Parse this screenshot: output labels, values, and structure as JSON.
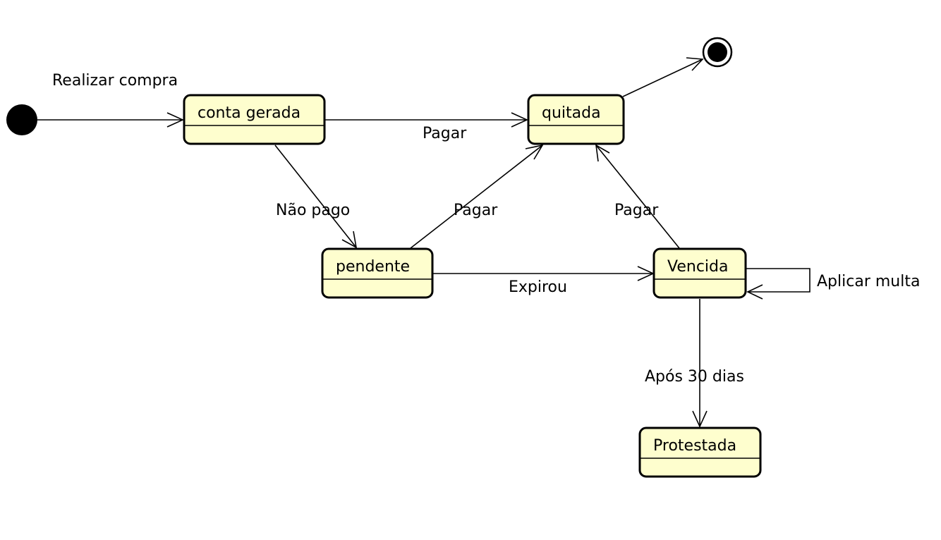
{
  "diagram": {
    "type": "uml-state-machine",
    "colors": {
      "state_fill": "#fefece",
      "stroke": "#000000",
      "background": "#ffffff"
    },
    "states": {
      "conta_gerada": "conta gerada",
      "quitada": "quitada",
      "pendente": "pendente",
      "vencida": "Vencida",
      "protestada": "Protestada"
    },
    "transitions": {
      "realizar_compra": "Realizar compra",
      "pagar_from_conta_gerada": "Pagar",
      "nao_pago": "Não pago",
      "pagar_from_pendente": "Pagar",
      "pagar_from_vencida": "Pagar",
      "expirou": "Expirou",
      "aplicar_multa": "Aplicar multa",
      "apos_30_dias": "Após 30 dias"
    }
  }
}
